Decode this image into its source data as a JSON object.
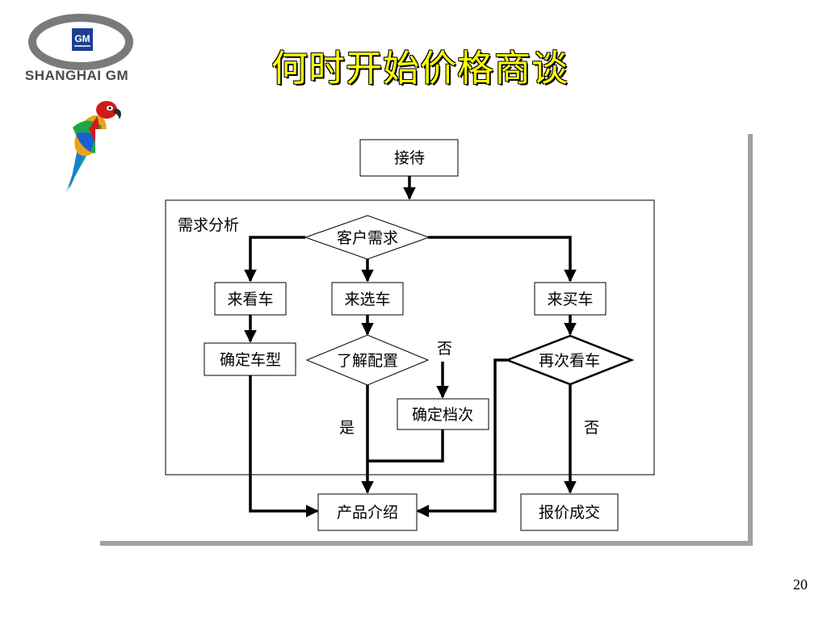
{
  "brand": {
    "logo_text": "SHANGHAI GM",
    "emblem_text": "GM"
  },
  "slide": {
    "title": "何时开始价格商谈",
    "page_number": "20"
  },
  "flow": {
    "reception": "接待",
    "needs_analysis_label": "需求分析",
    "customer_needs": "客户需求",
    "come_look": "来看车",
    "come_choose": "来选车",
    "come_buy": "来买车",
    "confirm_model": "确定车型",
    "learn_config": "了解配置",
    "confirm_grade": "确定档次",
    "look_again": "再次看车",
    "product_intro": "产品介绍",
    "quote_deal": "报价成交",
    "yes_label": "是",
    "no_label_config": "否",
    "no_label_again": "否"
  }
}
